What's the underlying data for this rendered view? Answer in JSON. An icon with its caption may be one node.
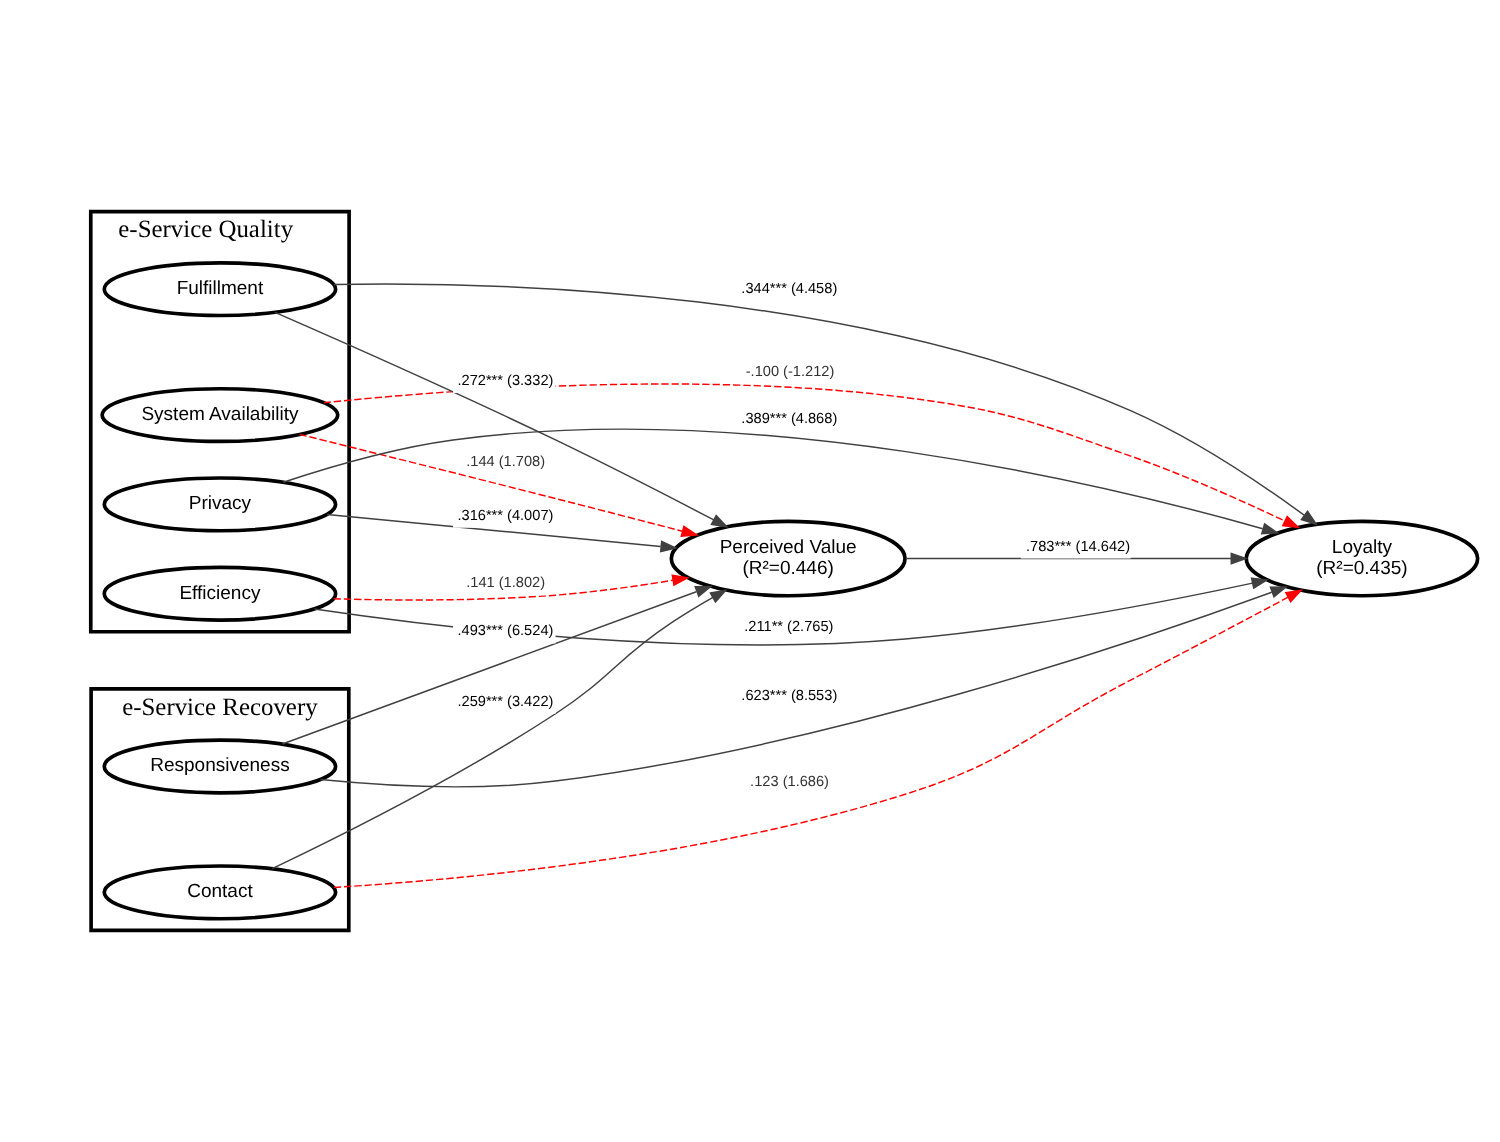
{
  "diagram": {
    "nodes": [
      {
        "text": [
          "e-Service Quality"
        ]
      },
      {
        "text": [
          "Efficiency"
        ],
        "in": 0
      },
      {
        "text": [
          "System Availability"
        ],
        "in": 0
      },
      {
        "text": [
          "Fulfillment"
        ],
        "in": 0
      },
      {
        "text": [
          "Privacy"
        ],
        "in": 0
      },
      {
        "text": [
          "e-Service Recovery"
        ]
      },
      {
        "text": [
          "Responsiveness"
        ],
        "in": 5
      },
      {
        "text": [
          "Contact"
        ],
        "in": 5
      },
      {
        "text": [
          "Perceived Value",
          "(R²=0.446)"
        ]
      },
      {
        "text": [
          "Loyalty",
          "(R²=0.435)"
        ]
      }
    ],
    "edges": [
      {
        "from": 1,
        "to": 8,
        "arrow": "to",
        "label": ".141 (1.802)",
        "style": "dashed",
        "color": "#ff0000"
      },
      {
        "from": 1,
        "to": 9,
        "arrow": "to",
        "label": ".211** (2.765)"
      },
      {
        "from": 2,
        "to": 8,
        "arrow": "to",
        "label": ".144 (1.708)",
        "style": "dashed",
        "color": "#ff0000"
      },
      {
        "from": 2,
        "to": 9,
        "arrow": "to",
        "label": "-.100 (-1.212)",
        "style": "dashed",
        "color": "#ff0000"
      },
      {
        "from": 3,
        "to": 8,
        "arrow": "to",
        "label": ".272*** (3.332)"
      },
      {
        "from": 3,
        "to": 9,
        "arrow": "to",
        "label": ".344*** (4.458)"
      },
      {
        "from": 4,
        "to": 8,
        "arrow": "to",
        "label": ".316*** (4.007)"
      },
      {
        "from": 4,
        "to": 9,
        "arrow": "to",
        "label": ".389*** (4.868)"
      },
      {
        "from": 6,
        "to": 8,
        "arrow": "to",
        "label": ".493*** (6.524)"
      },
      {
        "from": 7,
        "to": 8,
        "arrow": "to",
        "label": ".259*** (3.422)"
      },
      {
        "from": 6,
        "to": 9,
        "arrow": "to",
        "label": ".623*** (8.553)"
      },
      {
        "from": 7,
        "to": 9,
        "arrow": "to",
        "label": ".123 (1.686)",
        "style": "dashed",
        "color": "#ff0000"
      },
      {
        "from": 8,
        "to": 9,
        "arrow": "to",
        "label": ".783*** (14.642)"
      }
    ]
  }
}
